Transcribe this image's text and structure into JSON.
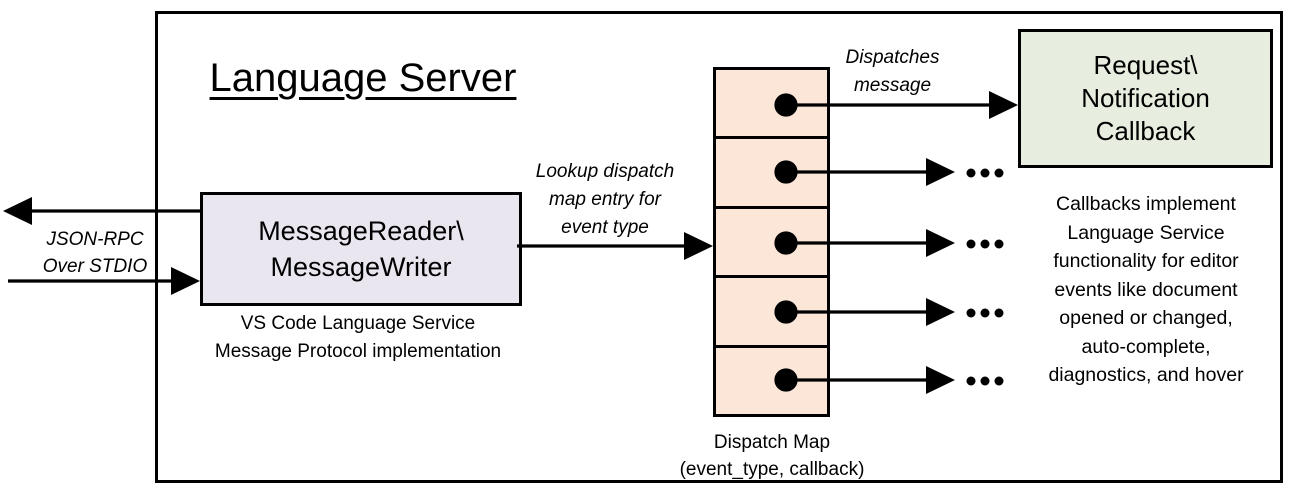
{
  "colors": {
    "background": "#FFFFFF",
    "border": "#000000",
    "text": "#000000",
    "arrow": "#000000",
    "reader-fill": "#E9E6EF",
    "map-fill": "#FBE6D8",
    "callback-fill": "#E7EEDF"
  },
  "diagram": {
    "title": "Language Server",
    "io_label": "JSON-RPC\nOver STDIO",
    "reader_box_label": "MessageReader\\\nMessageWriter",
    "reader_caption": "VS Code Language Service\nMessage Protocol implementation",
    "lookup_label": "Lookup dispatch\nmap entry for\nevent type",
    "dispatches_label": "Dispatches\nmessage",
    "dispatch_map": {
      "cell_count": 5,
      "caption": "Dispatch Map\n(event_type, callback)"
    },
    "callback_box_label": "Request\\\nNotification\nCallback",
    "callbacks_note": "Callbacks implement\nLanguage Service\nfunctionality for editor\nevents like document\nopened or changed,\nauto-complete,\ndiagnostics, and hover"
  }
}
